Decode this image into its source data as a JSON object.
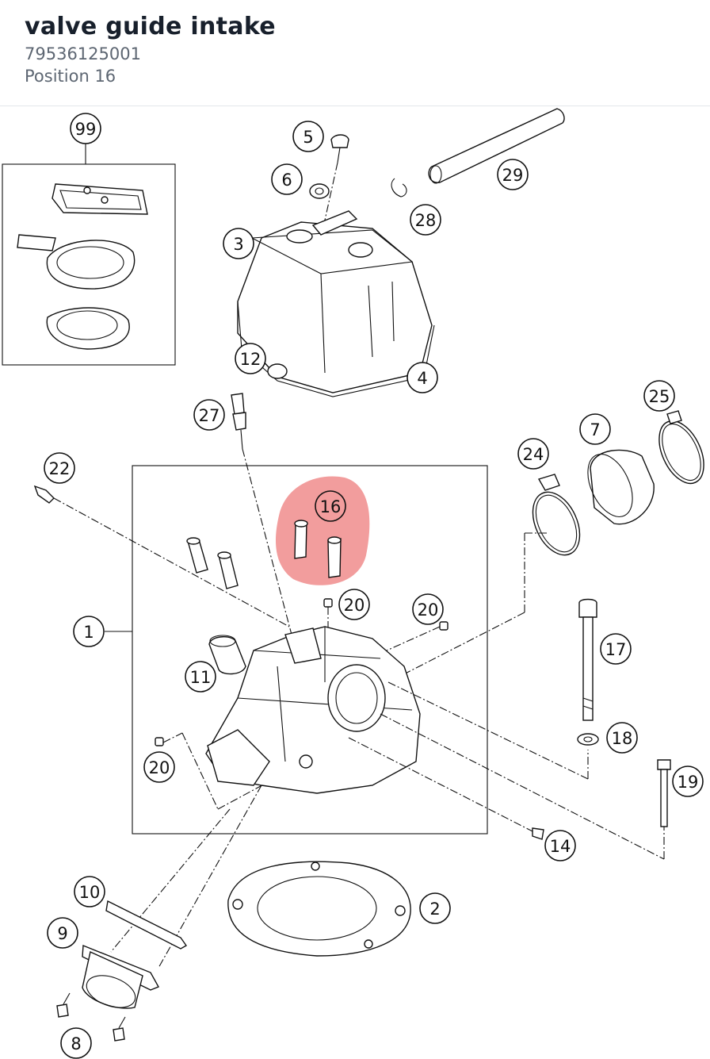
{
  "header": {
    "title": "valve guide intake",
    "part_number": "79536125001",
    "position": "Position 16"
  },
  "diagram": {
    "highlight_color": "#f08c8c",
    "highlighted_callout": "16",
    "callouts": {
      "c99": "99",
      "c5": "5",
      "c6": "6",
      "c3": "3",
      "c29": "29",
      "c28": "28",
      "c12": "12",
      "c4": "4",
      "c27": "27",
      "c25": "25",
      "c7": "7",
      "c24": "24",
      "c22": "22",
      "c16": "16",
      "c20a": "20",
      "c20b": "20",
      "c1": "1",
      "c17": "17",
      "c11": "11",
      "c18": "18",
      "c20c": "20",
      "c19": "19",
      "c14": "14",
      "c10": "10",
      "c2": "2",
      "c9": "9",
      "c8": "8"
    }
  }
}
